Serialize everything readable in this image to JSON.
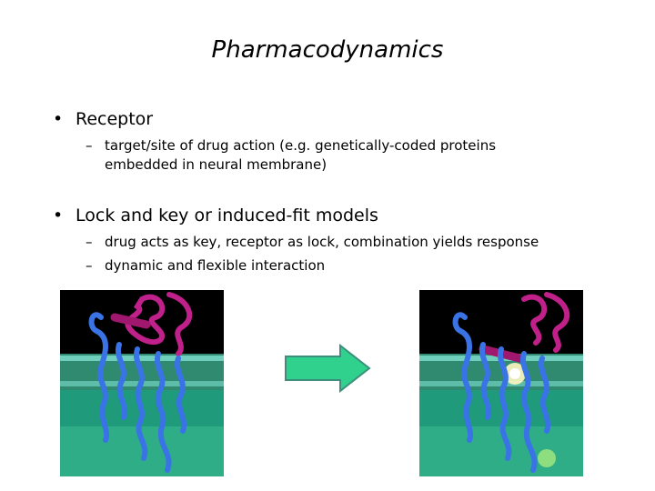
{
  "slide": {
    "title": "Pharmacodynamics",
    "bullets": [
      {
        "label": "Receptor",
        "subs": [
          {
            "line1": "target/site of drug action (e.g. genetically-coded proteins",
            "line2": "embedded in neural membrane)"
          }
        ]
      },
      {
        "label": "Lock and key or induced-fit models",
        "subs": [
          {
            "line1": "drug acts as key, receptor as lock, combination yields response"
          },
          {
            "line1": "dynamic and flexible interaction"
          }
        ]
      }
    ],
    "bullet_glyph": "•",
    "dash_glyph": "–"
  },
  "figures": {
    "left_image": "receptor-before-binding",
    "right_image": "receptor-after-binding",
    "arrow_icon": "right-arrow-icon",
    "colors": {
      "background": "#000000",
      "membrane": "#2f8a6f",
      "membrane_beads": "#6fd6c8",
      "lower_fluid": "#1f9a7a",
      "receptor": "#3a73e6",
      "ligand": "#c0208a",
      "arrow_fill": "#2fd18c",
      "arrow_stroke": "#3d8f7d"
    }
  }
}
